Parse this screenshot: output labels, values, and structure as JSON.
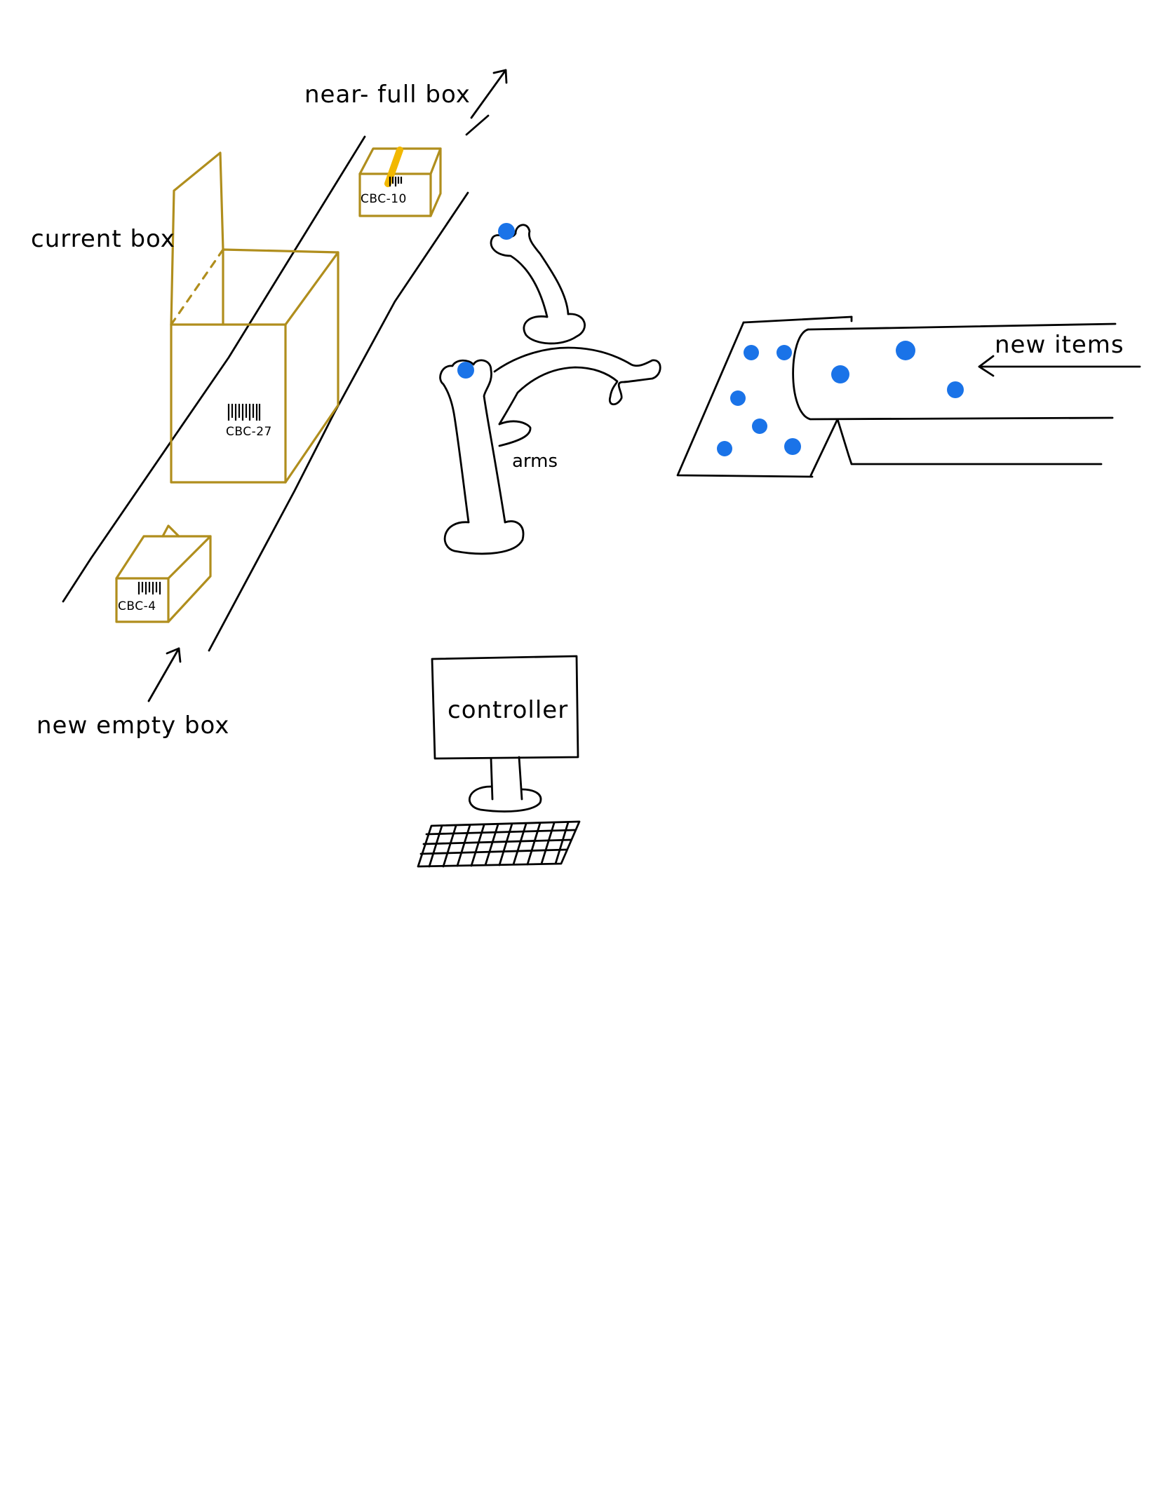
{
  "labels": {
    "near_full_box": "near- full box",
    "current_box": "current box",
    "new_empty_box": "new empty box",
    "new_items": "new items",
    "arms": "arms",
    "controller": "controller"
  },
  "box_codes": {
    "near_full": "CBC-10",
    "current": "CBC-27",
    "new_empty": "CBC-4"
  },
  "colors": {
    "ink": "#000000",
    "box": "#b08e1d",
    "tape": "#f2b800",
    "item": "#1a73e8",
    "background": "#ffffff"
  }
}
